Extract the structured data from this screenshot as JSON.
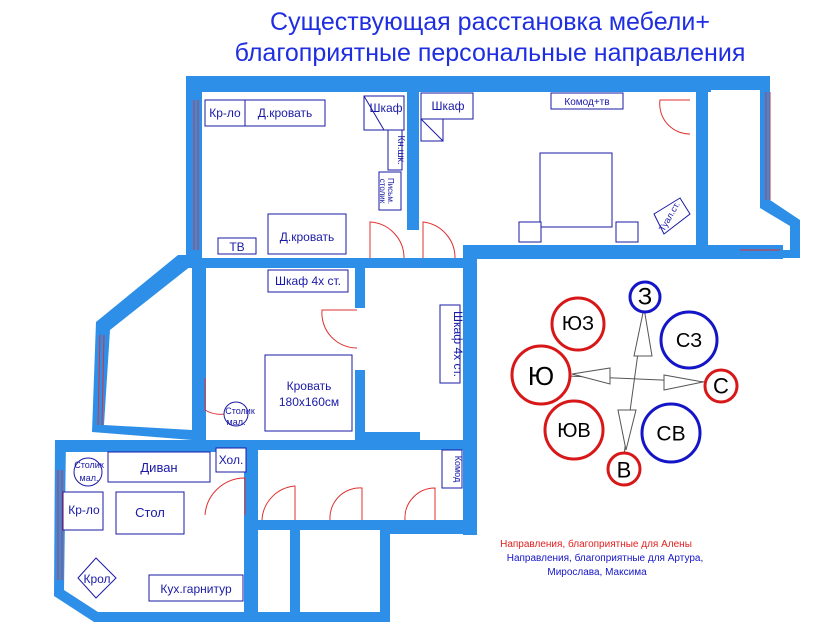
{
  "title": {
    "line1": "Существующая расстановка мебели+",
    "line2": "благоприятные персональные направления"
  },
  "colors": {
    "title": "#1e2ee0",
    "wall": "#2e8fe8",
    "label": "#1a1aa6",
    "red": "#e03030",
    "blue": "#1515c8"
  },
  "furniture": {
    "kr_lo_top": "Кр-ло",
    "d_krovat_top": "Д.кровать",
    "shkaf_top_left": "Шкаф",
    "kn_shk": "Кн.шк.",
    "pism_stolik_1": "Письм.",
    "pism_stolik_2": "столик",
    "tv": "ТВ",
    "d_krovat_bottom": "Д.кровать",
    "shkaf_top_right": "Шкаф",
    "komod_tv": "Комод+тв",
    "tualet_st": "Туал.ст.",
    "shkaf_4x_left": "Шкаф 4х ст.",
    "shkaf_4x_corridor": "Шкаф 4х ст.",
    "krovat_1": "Кровать",
    "krovat_2": "180х160см",
    "stolik_mal_room_1": "Столик",
    "stolik_mal_room_2": "мал.",
    "stolik_mal_living_1": "Столик",
    "stolik_mal_living_2": "мал.",
    "divan": "Диван",
    "hol": "Хол.",
    "komod_corridor": "Комод",
    "kr_lo_living": "Кр-ло",
    "stol": "Стол",
    "krol": "Крол",
    "kuh_garnitur": "Кух.гарнитур"
  },
  "compass": {
    "z": "З",
    "yuz": "ЮЗ",
    "sz": "СЗ",
    "yu": "Ю",
    "s": "С",
    "yuv": "ЮВ",
    "sv": "СВ",
    "v": "В"
  },
  "legend": {
    "alena": "Направления, благоприятные для Алены",
    "others_1": "Направления, благоприятные для Артура,",
    "others_2": "Мирослава, Максима"
  }
}
